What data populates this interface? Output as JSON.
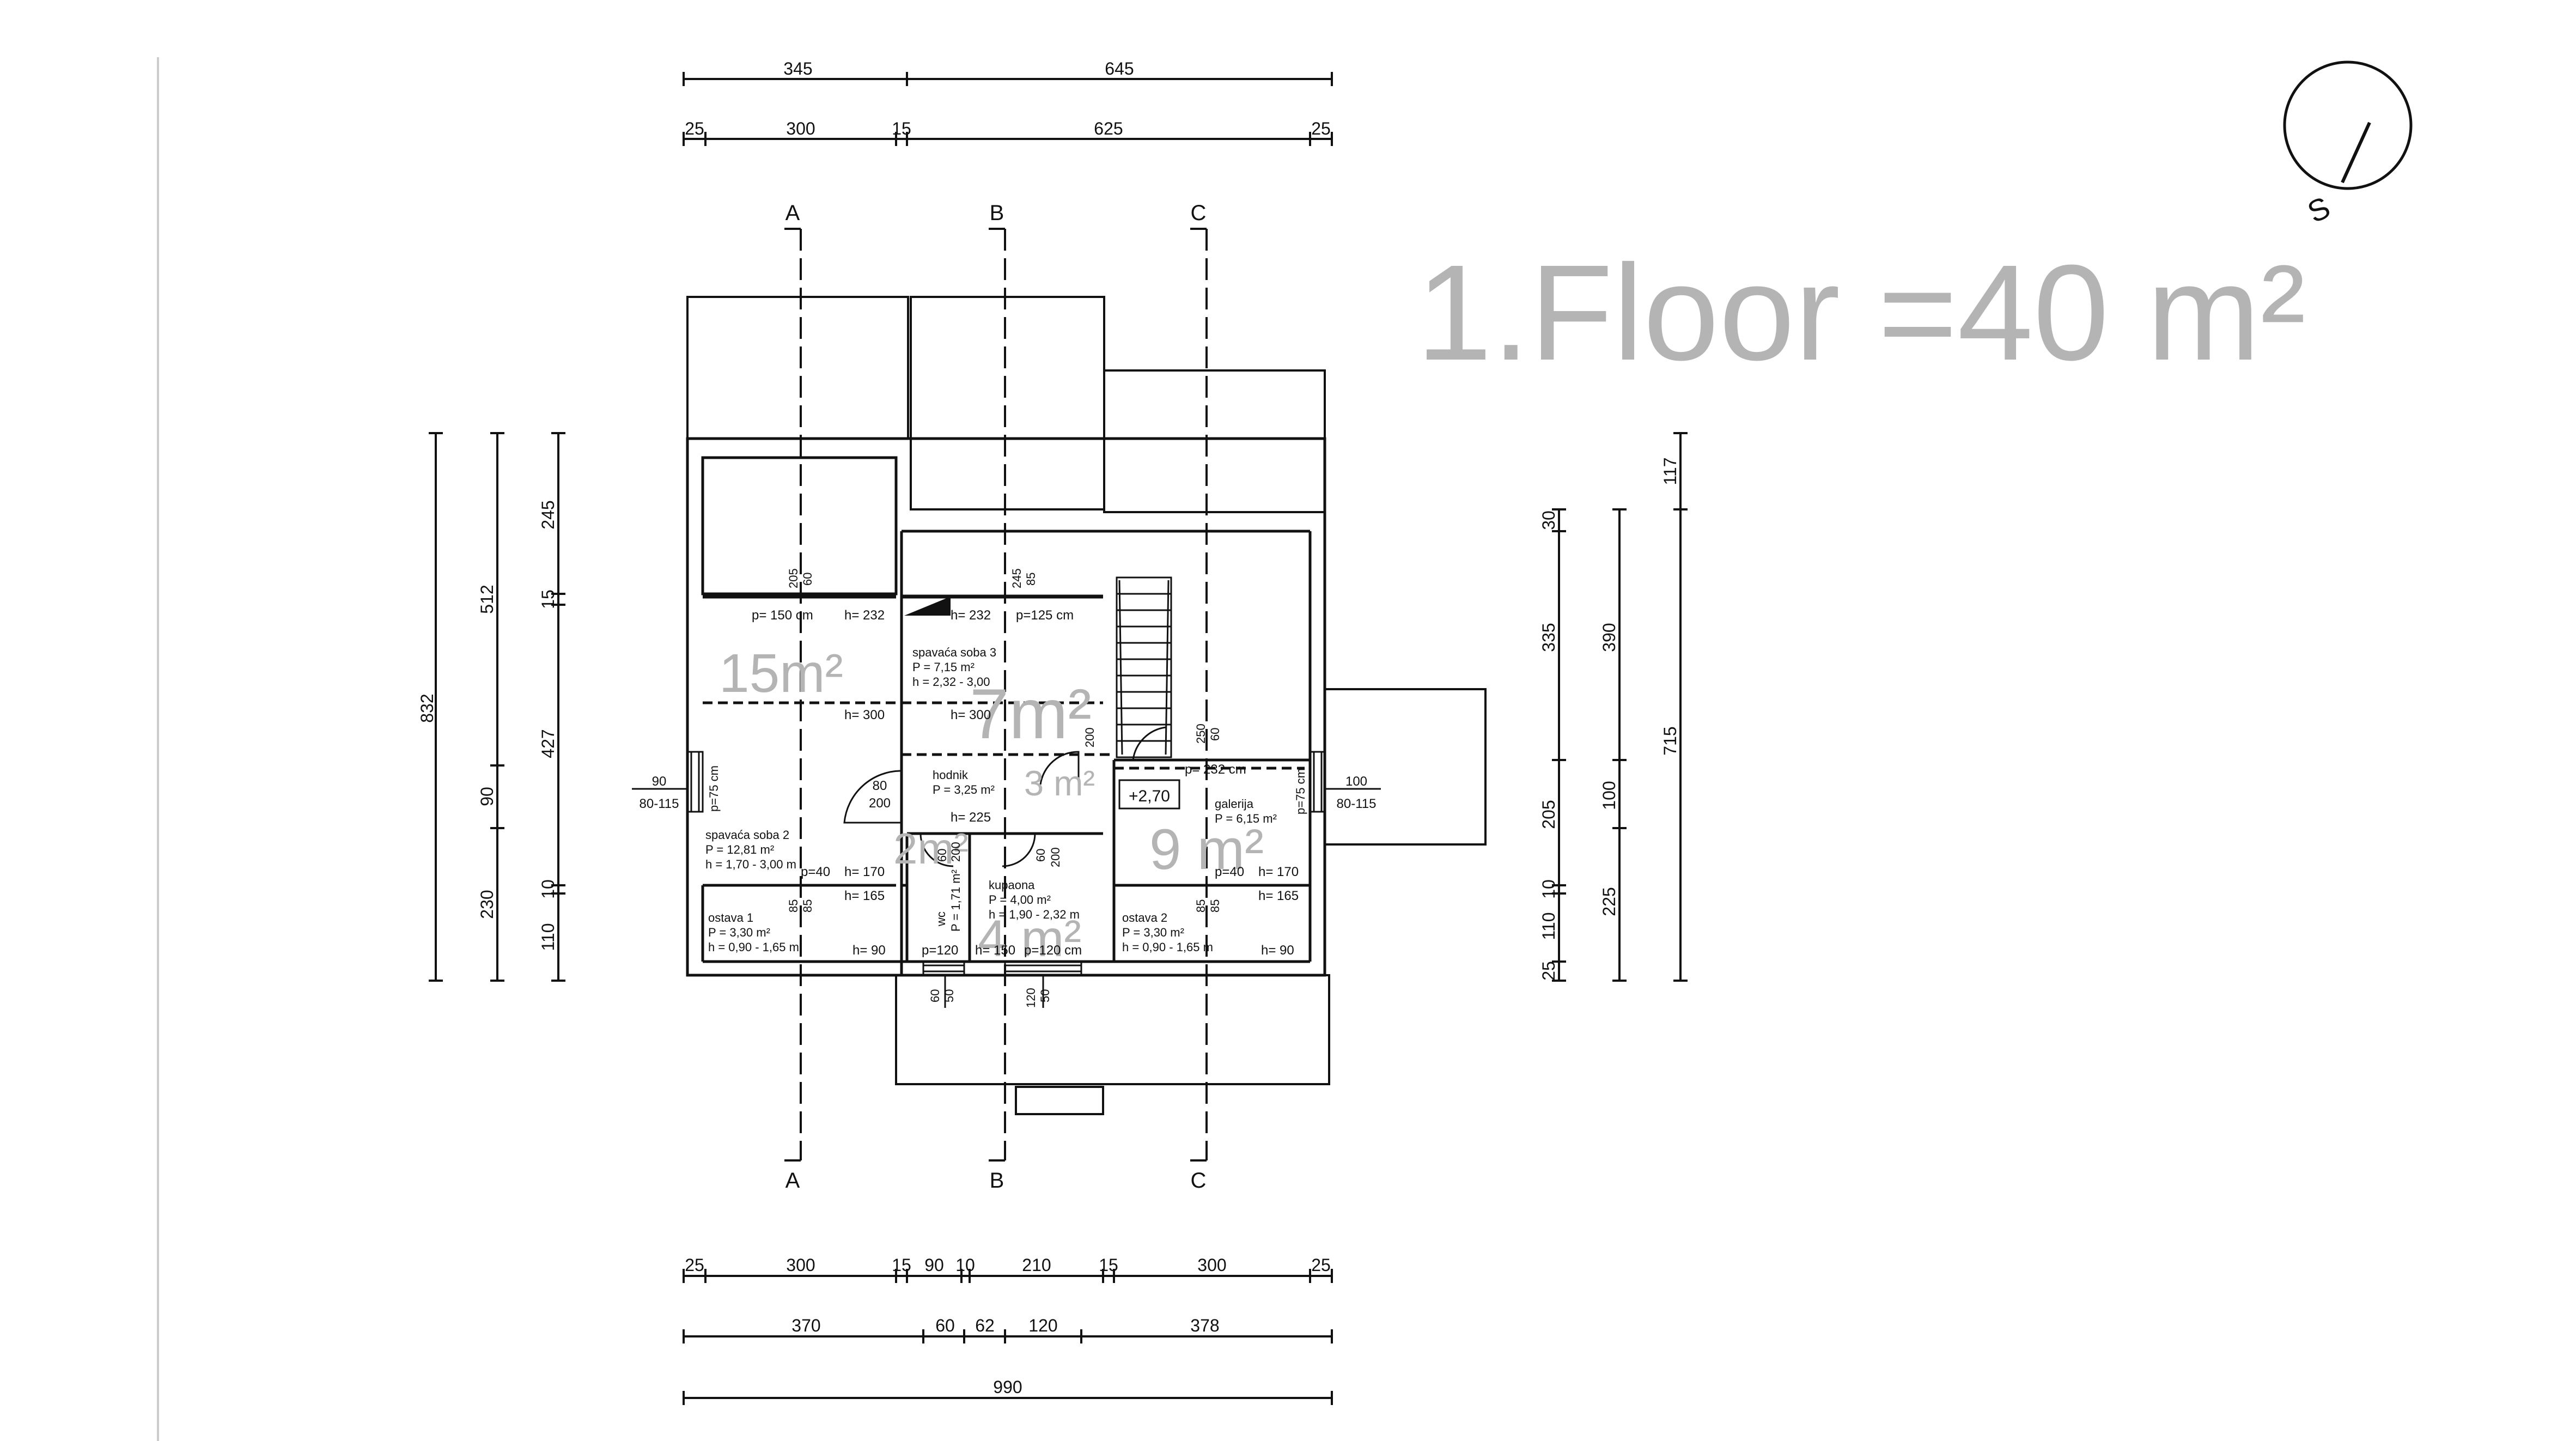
{
  "title": "1.Floor =40 m²",
  "compass_label": "S",
  "colors": {
    "ink": "#111111",
    "area_label": "#b4b4b4",
    "title": "#b4b4b4",
    "frame": "#cccccc"
  },
  "axes": {
    "a": "A",
    "b": "B",
    "c": "C"
  },
  "dims": {
    "top_total": [
      "345",
      "645"
    ],
    "top_parts": [
      "25",
      "300",
      "15",
      "625",
      "25"
    ],
    "bottom_1": [
      "25",
      "300",
      "15",
      "90",
      "10",
      "210",
      "15",
      "300",
      "25"
    ],
    "bottom_2": [
      "370",
      "60",
      "62",
      "120",
      "378"
    ],
    "bottom_total": "990",
    "left_outer": "832",
    "left_mid": [
      "512",
      "90",
      "230"
    ],
    "left_inner": [
      "245",
      "15",
      "427",
      "10",
      "110"
    ],
    "right_inner": [
      "30",
      "335",
      "205",
      "10",
      "110",
      "25"
    ],
    "right_mid": [
      "390",
      "100",
      "225"
    ],
    "right_outer": [
      "117",
      "715"
    ]
  },
  "areas": {
    "a15": "15m²",
    "a7": "7m²",
    "a3": "3 m²",
    "a9": "9 m²",
    "a4": "4 m²",
    "a2": "2m²"
  },
  "rooms": {
    "soba3": {
      "name": "spavaća soba 3",
      "p": "P = 7,15 m²",
      "h": "h = 2,32 - 3,00"
    },
    "soba2": {
      "name": "spavaća soba 2",
      "p": "P = 12,81 m²",
      "h": "h = 1,70 - 3,00 m"
    },
    "hodnik": {
      "name": "hodnik",
      "p": "P = 3,25 m²"
    },
    "galerija": {
      "name": "galerija",
      "p": "P = 6,15 m²"
    },
    "kupaona": {
      "name": "kupaona",
      "p": "P = 4,00 m²",
      "h": "h = 1,90 - 2,32 m"
    },
    "wc": {
      "name": "wc",
      "p": "P = 1,71 m²"
    },
    "ostava1": {
      "name": "ostava 1",
      "p": "P = 3,30 m²",
      "h": "h = 0,90 - 1,65 m"
    },
    "ostava2": {
      "name": "ostava 2",
      "p": "P = 3,30 m²",
      "h": "h = 0,90 - 1,65 m"
    }
  },
  "level": "+2,70",
  "notes": {
    "p150": "p= 150 cm",
    "h232a": "h= 232",
    "h232b": "h= 232",
    "p125": "p=125 cm",
    "h300a": "h= 300",
    "h300b": "h= 300",
    "h225": "h= 225",
    "p232": "p= 232 cm",
    "p40a": "p=40",
    "h170a": "h= 170",
    "p40b": "p=40",
    "h170b": "h= 170",
    "h165a": "h= 165",
    "h165b": "h= 165",
    "h90a": "h= 90",
    "h90b": "h= 90",
    "p120a": "p=120",
    "p120b": "p=120 cm",
    "h150": "h= 150",
    "p75a": "p=75 cm",
    "p75b": "p=75 cm",
    "w90": "90",
    "w80a": "80-115",
    "w100": "100",
    "w80b": "80-115",
    "d80": "80",
    "d200a": "200",
    "d200b": "200",
    "d60": "60",
    "d200c": "200",
    "d60b": "60",
    "d200d": "200",
    "v205": "205",
    "v60a": "60",
    "v245": "245",
    "v85a": "85",
    "v250": "250",
    "v60b": "60",
    "v85b": "85",
    "v85c": "85",
    "v85d": "85",
    "v85e": "85",
    "v60c": "60",
    "v50a": "50",
    "v120": "120",
    "v50b": "50"
  }
}
